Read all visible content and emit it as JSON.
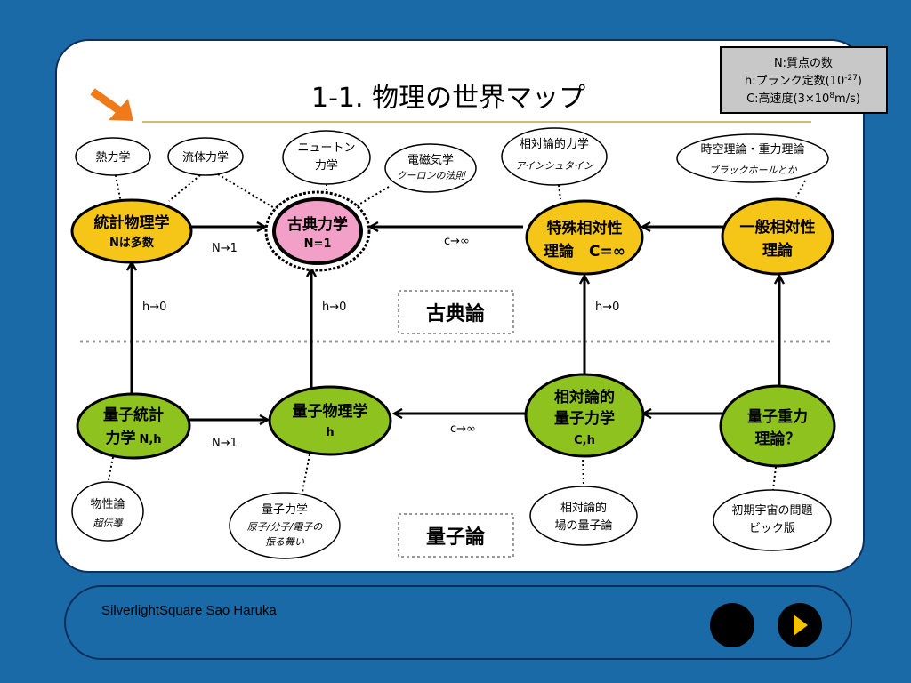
{
  "title": "1-1. 物理の世界マップ",
  "legend": {
    "line1": "N:質点の数",
    "line2_base": "h:プランク定数(10",
    "line2_sup": "-27",
    "line2_end": ")",
    "line3_base": "C:高速度(3×10",
    "line3_sup": "8",
    "line3_end": "m/s)"
  },
  "nodes": {
    "stat": {
      "line1": "統計物理学",
      "line2": "Nは多数"
    },
    "classical": {
      "line1": "古典力学",
      "line2": "N=1"
    },
    "special": {
      "line1": "特殊相対性",
      "line2": "理論　C=∞"
    },
    "general": {
      "line1": "一般相対性",
      "line2": "理論"
    },
    "qstat": {
      "line1": "量子統計",
      "line2_a": "力学",
      "line2_b": "N,h"
    },
    "qphys": {
      "line1": "量子物理学",
      "line2": "h"
    },
    "relq": {
      "line1": "相対論的",
      "line2": "量子力学",
      "line3": "C,h"
    },
    "qgrav": {
      "line1": "量子重力",
      "line2": "理論？"
    }
  },
  "notes": {
    "thermo": "熱力学",
    "fluid": "流体力学",
    "newton": {
      "line1": "ニュートン",
      "line2": "力学"
    },
    "em": {
      "line1": "電磁気学",
      "line2": "クーロンの法則"
    },
    "relmech": {
      "line1": "相対論的力学",
      "line2": "アインシュタイン"
    },
    "spacetime": {
      "line1": "時空理論・重力理論",
      "line2": "ブラックホールとか"
    },
    "matter": {
      "line1": "物性論",
      "line2": "超伝導"
    },
    "qm": {
      "line1": "量子力学",
      "line2": "原子/分子/電子の",
      "line3": "振る舞い"
    },
    "qft": {
      "line1": "相対論的",
      "line2": "場の量子論"
    },
    "cosmo": {
      "line1": "初期宇宙の問題",
      "line2": "ビック版"
    }
  },
  "arrow_labels": {
    "n1_top": "N→1",
    "cinf_top": "c→∞",
    "h0_a": "h→0",
    "h0_b": "h→0",
    "h0_c": "h→0",
    "n1_bottom": "N→1",
    "cinf_bottom": "c→∞"
  },
  "categories": {
    "classical": "古典論",
    "quantum": "量子論"
  },
  "footer": {
    "credit": "SilverlightSquare Sao Haruka"
  },
  "colors": {
    "background": "#1a6aa8",
    "yellow_node": "#f5c518",
    "green_node": "#8dc21f",
    "pink_node": "#f2a0c8",
    "accent_arrow": "#f07a1a"
  }
}
